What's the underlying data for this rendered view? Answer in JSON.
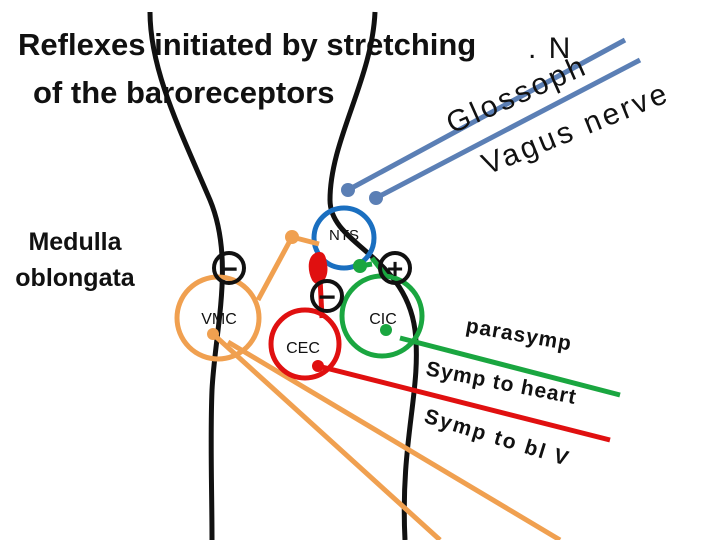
{
  "title": {
    "line1": "Reflexes initiated by stretching",
    "line2": "of the baroreceptors"
  },
  "structure_label": {
    "line1": "Medulla",
    "line2": "oblongata"
  },
  "nuclei": {
    "nts": "NTS",
    "vmc": "VMC",
    "cec": "CEC",
    "cic": "CIC"
  },
  "nerves": {
    "glossoph_part1": "Glossoph",
    "glossoph_part2": ". N",
    "vagus": "Vagus nerve"
  },
  "outputs": {
    "parasymp": "parasymp",
    "symp_heart": "Symp to heart",
    "symp_vessels": "Symp to bl V"
  },
  "signs": {
    "minus_left": "−",
    "minus_center": "−",
    "plus": "+"
  },
  "colors": {
    "nerve_blue": "#5b7fb5",
    "nts_ring": "#1a6fc0",
    "orange": "#f0a050",
    "red": "#e01010",
    "green": "#1aa640",
    "outline": "#111111"
  }
}
